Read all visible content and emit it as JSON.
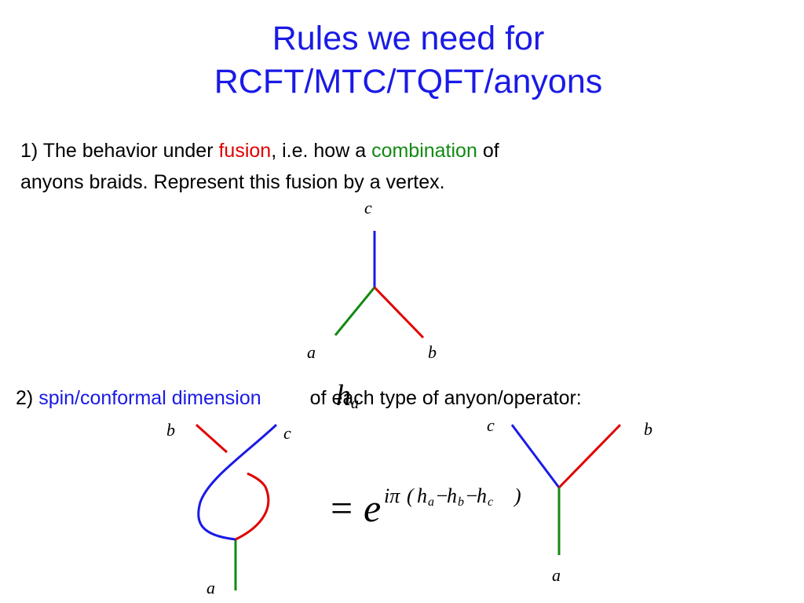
{
  "title": {
    "line1": "Rules we need for",
    "line2": "RCFT/MTC/TQFT/anyons"
  },
  "rule1": {
    "prefix": "1)  The behavior under ",
    "fusion": "fusion",
    "middle": ", i.e. how a ",
    "combination": "combination",
    "suffix": " of",
    "line2": "anyons braids. Represent this fusion by a vertex."
  },
  "rule2": {
    "prefix": "2) ",
    "spin": "spin/conformal dimension",
    "h_symbol": "h",
    "h_sub": "a",
    "suffix": "of each type of anyon/operator:"
  },
  "vertex": {
    "label_c": "c",
    "label_a": "a",
    "label_b": "b"
  },
  "braid": {
    "label_b": "b",
    "label_c": "c",
    "label_a": "a"
  },
  "equation": {
    "equals": "=",
    "base": "e",
    "exp_i_pi": "iπ",
    "open": "(",
    "h1": "h",
    "h1_sub": "a",
    "minus1": "−",
    "h2": "h",
    "h2_sub": "b",
    "minus2": "−",
    "h3": "h",
    "h3_sub": "c",
    "close": ")"
  },
  "vertex2": {
    "label_c": "c",
    "label_b": "b",
    "label_a": "a"
  },
  "colors": {
    "blue": "#1a1ae6",
    "red": "#e00000",
    "green": "#138a13"
  }
}
